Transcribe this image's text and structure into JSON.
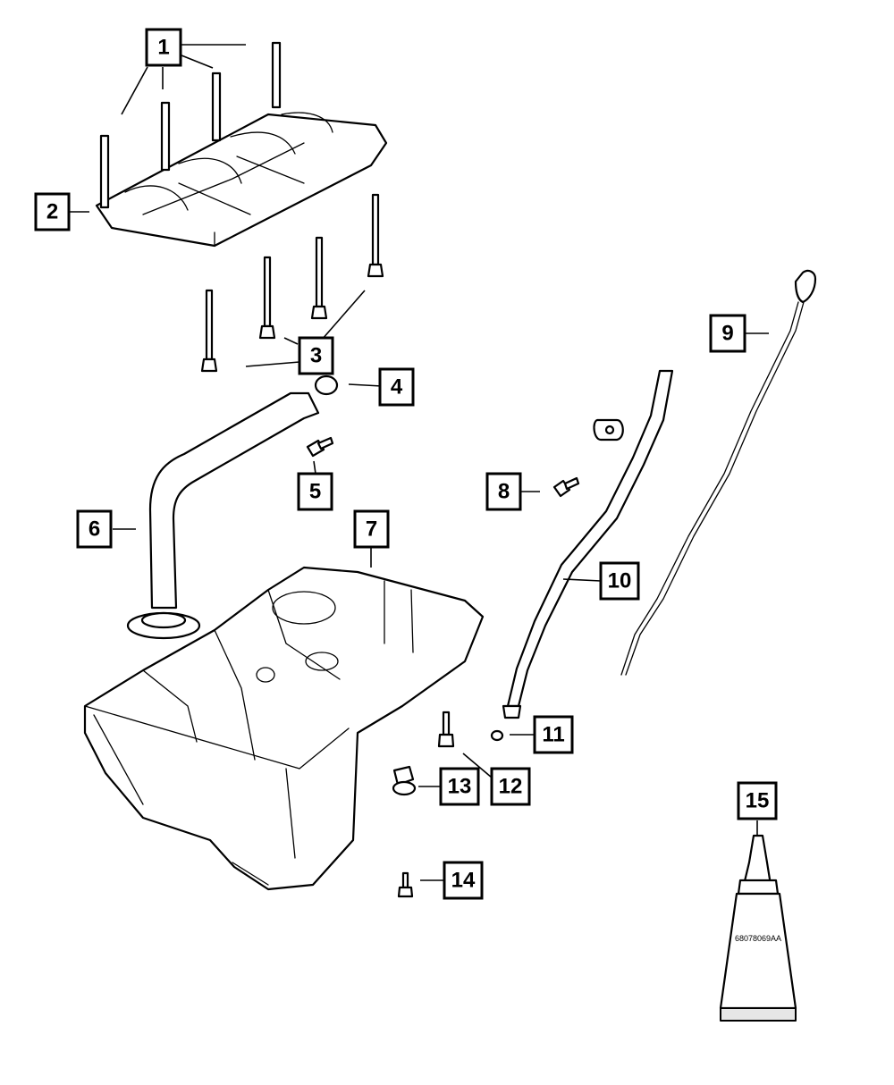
{
  "callouts": [
    "1",
    "2",
    "3",
    "4",
    "5",
    "6",
    "7",
    "8",
    "9",
    "10",
    "11",
    "12",
    "13",
    "14",
    "15"
  ],
  "sealant_tube_label": "68078069AA",
  "colors": {
    "line": "#000000",
    "background": "#ffffff",
    "shade": "#e6e6e6"
  }
}
